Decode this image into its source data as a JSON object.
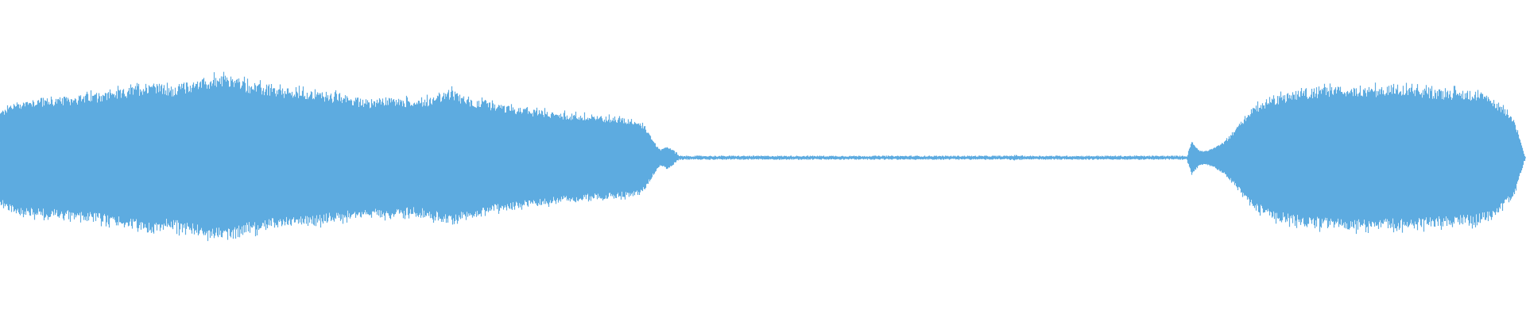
{
  "waveform": {
    "color": "#5DABE0",
    "background": "#ffffff",
    "envelope": [
      [
        0.0,
        0.36
      ],
      [
        0.006,
        0.42
      ],
      [
        0.02,
        0.46
      ],
      [
        0.04,
        0.47
      ],
      [
        0.06,
        0.5
      ],
      [
        0.08,
        0.53
      ],
      [
        0.095,
        0.58
      ],
      [
        0.1,
        0.6
      ],
      [
        0.11,
        0.55
      ],
      [
        0.12,
        0.58
      ],
      [
        0.135,
        0.62
      ],
      [
        0.15,
        0.64
      ],
      [
        0.165,
        0.58
      ],
      [
        0.185,
        0.54
      ],
      [
        0.205,
        0.52
      ],
      [
        0.225,
        0.49
      ],
      [
        0.24,
        0.45
      ],
      [
        0.255,
        0.47
      ],
      [
        0.27,
        0.45
      ],
      [
        0.285,
        0.48
      ],
      [
        0.295,
        0.53
      ],
      [
        0.305,
        0.47
      ],
      [
        0.32,
        0.43
      ],
      [
        0.34,
        0.39
      ],
      [
        0.36,
        0.36
      ],
      [
        0.385,
        0.33
      ],
      [
        0.4,
        0.32
      ],
      [
        0.415,
        0.3
      ],
      [
        0.422,
        0.26
      ],
      [
        0.427,
        0.16
      ],
      [
        0.43,
        0.1
      ],
      [
        0.433,
        0.06
      ],
      [
        0.437,
        0.09
      ],
      [
        0.441,
        0.06
      ],
      [
        0.445,
        0.012
      ],
      [
        0.66,
        0.012
      ],
      [
        0.666,
        0.016
      ],
      [
        0.672,
        0.012
      ],
      [
        0.778,
        0.012
      ],
      [
        0.781,
        0.13
      ],
      [
        0.786,
        0.06
      ],
      [
        0.79,
        0.05
      ],
      [
        0.796,
        0.08
      ],
      [
        0.803,
        0.13
      ],
      [
        0.808,
        0.2
      ],
      [
        0.815,
        0.31
      ],
      [
        0.822,
        0.4
      ],
      [
        0.832,
        0.47
      ],
      [
        0.845,
        0.51
      ],
      [
        0.86,
        0.54
      ],
      [
        0.875,
        0.55
      ],
      [
        0.89,
        0.56
      ],
      [
        0.905,
        0.55
      ],
      [
        0.92,
        0.55
      ],
      [
        0.935,
        0.54
      ],
      [
        0.95,
        0.53
      ],
      [
        0.965,
        0.52
      ],
      [
        0.975,
        0.49
      ],
      [
        0.985,
        0.4
      ],
      [
        0.992,
        0.31
      ],
      [
        1.0,
        0.0
      ]
    ]
  }
}
